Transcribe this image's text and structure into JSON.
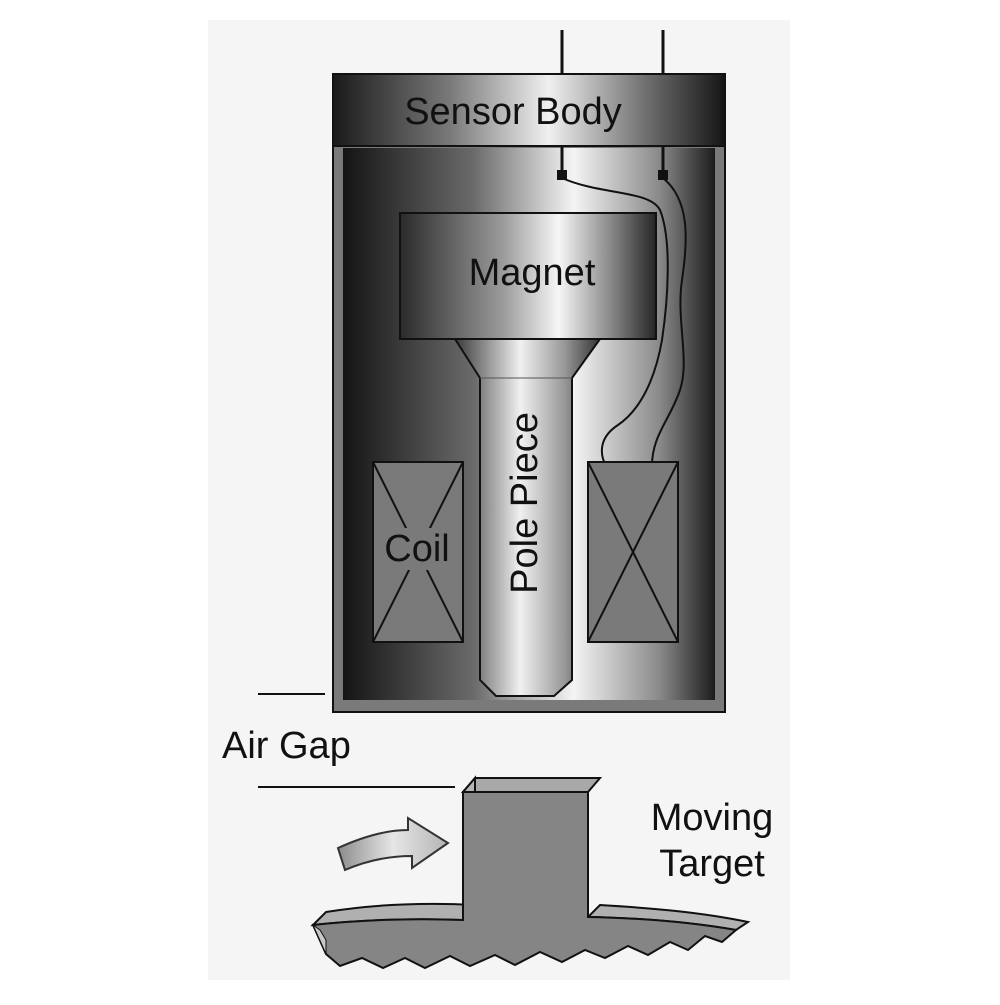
{
  "labels": {
    "sensor_body": "Sensor Body",
    "magnet": "Magnet",
    "pole_piece": "Pole Piece",
    "coil": "Coil",
    "air_gap": "Air Gap",
    "moving_target_line1": "Moving",
    "moving_target_line2": "Target"
  },
  "colors": {
    "background_panel": "#f5f5f5",
    "metal_dark": "#1e1e1e",
    "metal_light": "#f2f2f2",
    "coil_fill": "#7a7a7a",
    "target_fill": "#858585",
    "outline": "#111111"
  }
}
